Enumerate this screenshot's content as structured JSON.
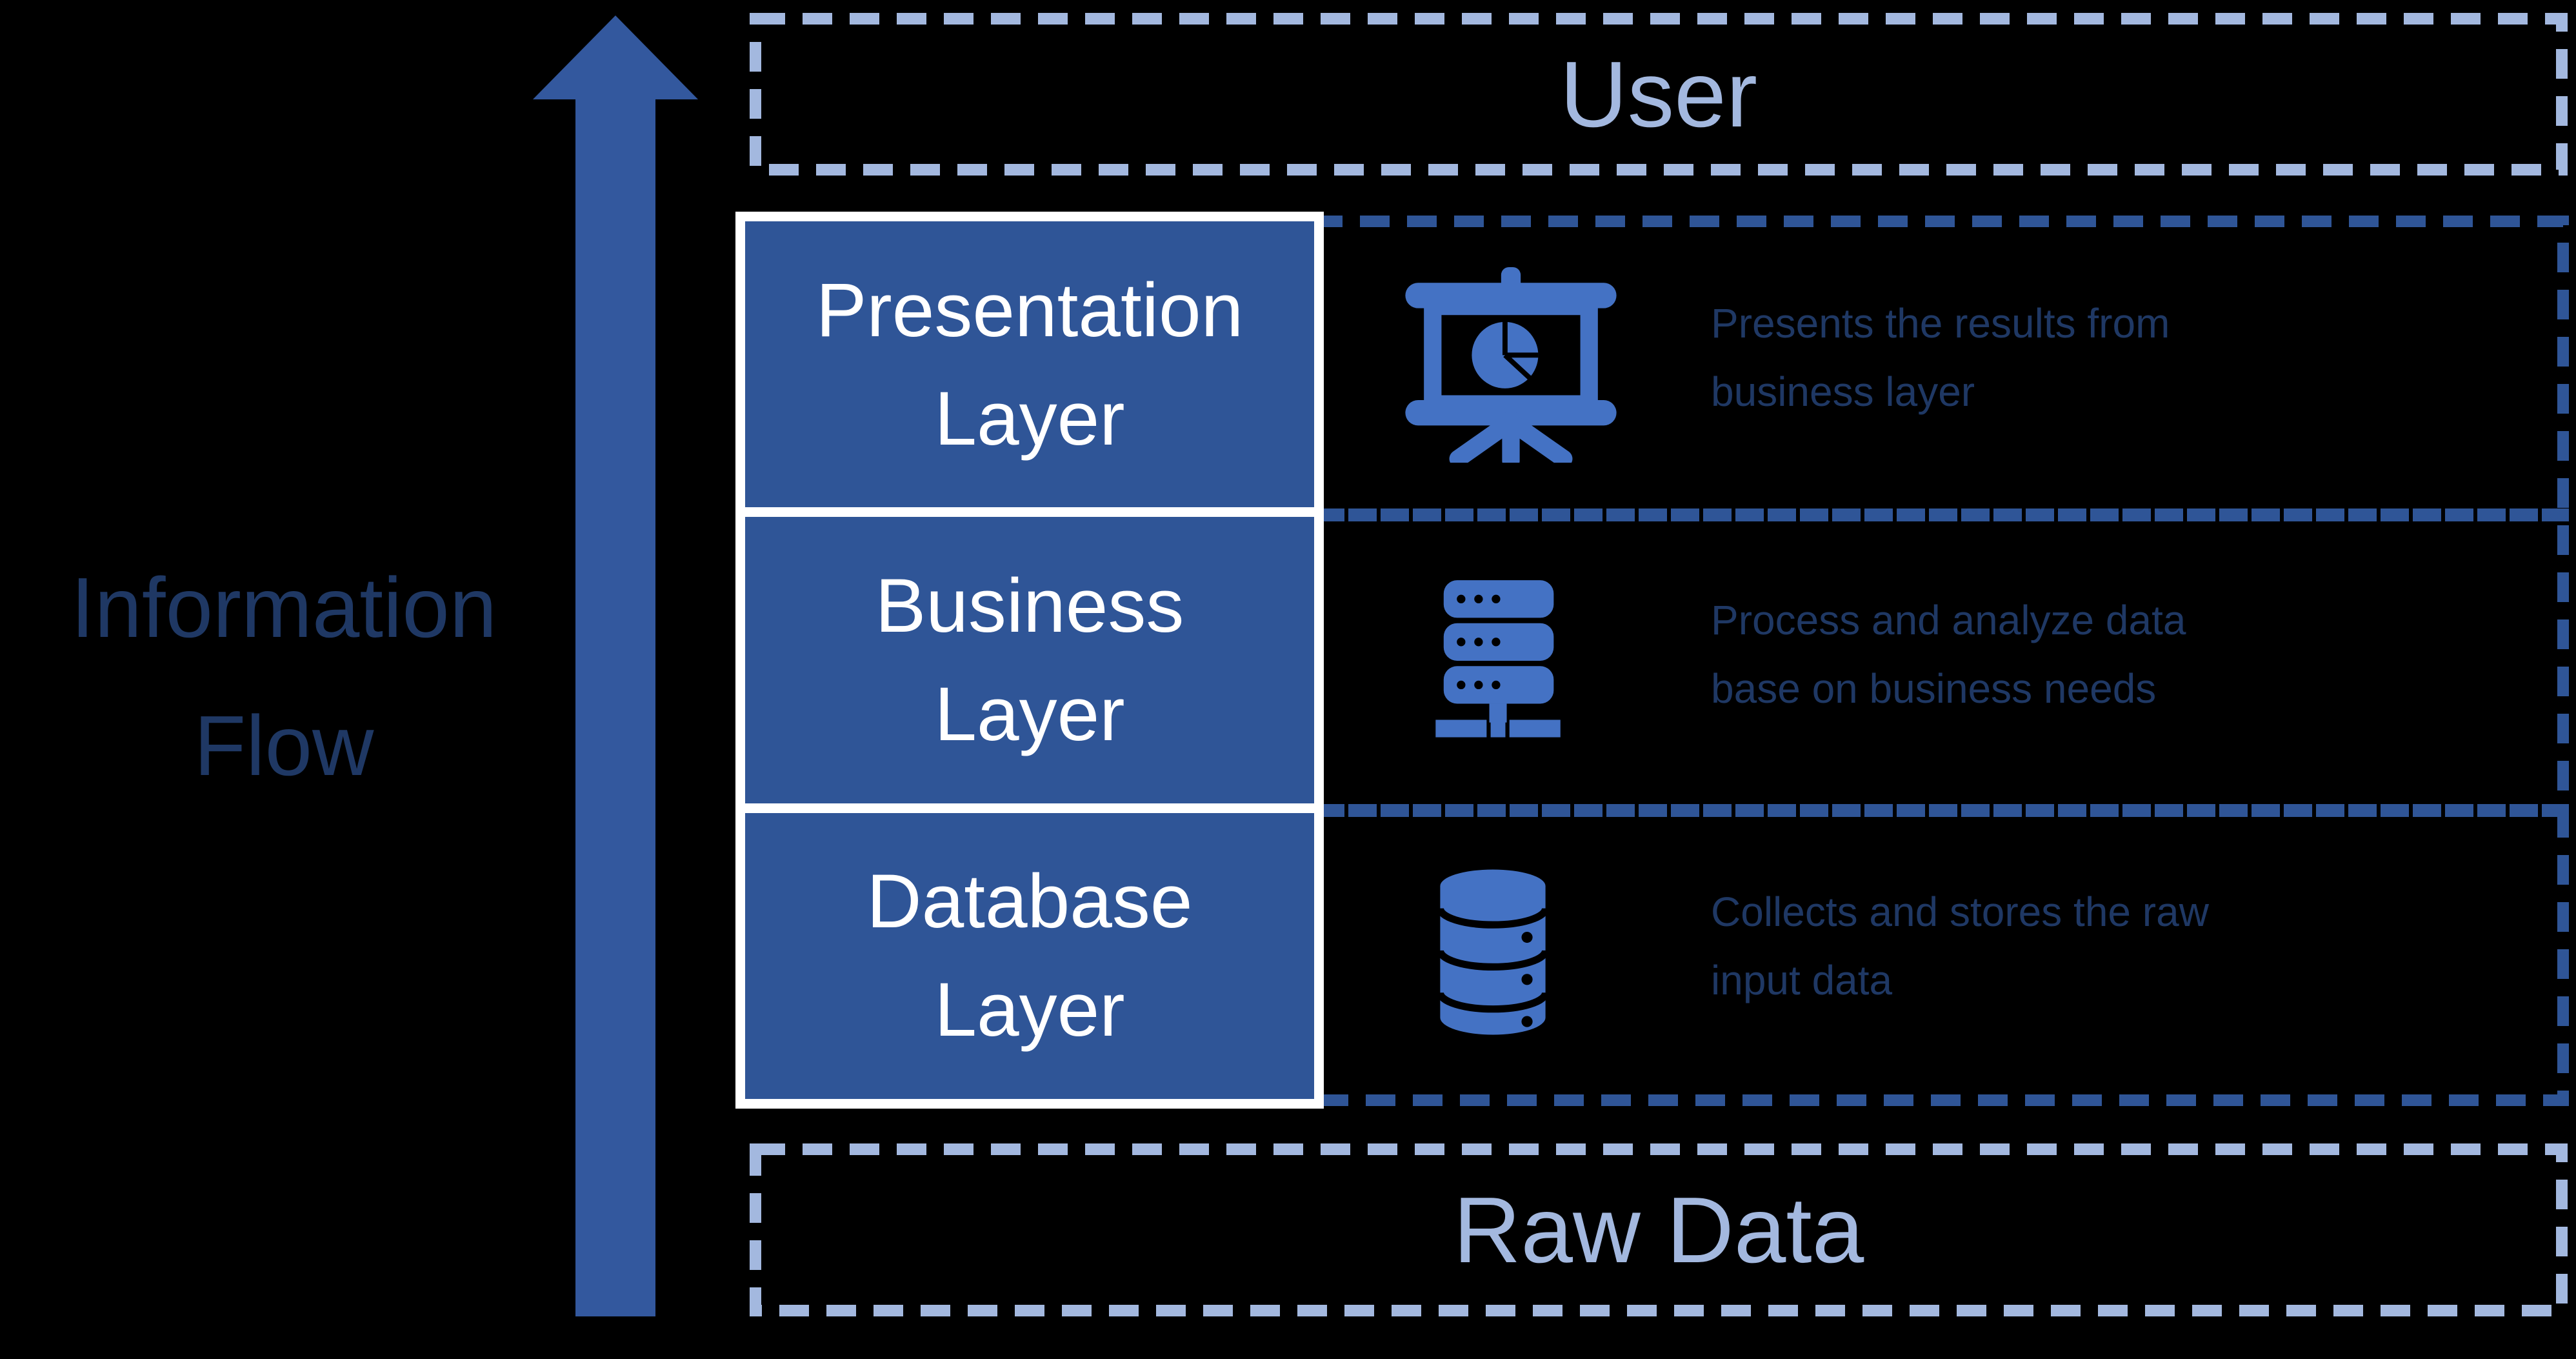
{
  "colors": {
    "background": "#000000",
    "box_fill_blue": "#2F5597",
    "arrow_blue": "#33589E",
    "icon_blue": "#4472C4",
    "dark_navy_text": "#1F3864",
    "light_periwinkle": "#A3B8DF",
    "white": "#FFFFFF"
  },
  "flow_label": {
    "line1": "Information",
    "line2": "Flow"
  },
  "user_box": {
    "label": "User"
  },
  "raw_data_box": {
    "label": "Raw Data"
  },
  "layers": [
    {
      "title_line1": "Presentation",
      "title_line2": "Layer",
      "icon": "presentation-chart-icon",
      "description_line1": "Presents the results from",
      "description_line2": "business layer"
    },
    {
      "title_line1": "Business",
      "title_line2": "Layer",
      "icon": "server-rack-icon",
      "description_line1": "Process and analyze data",
      "description_line2": "base on business needs"
    },
    {
      "title_line1": "Database",
      "title_line2": "Layer",
      "icon": "database-cylinder-icon",
      "description_line1": "Collects and stores the raw",
      "description_line2": "input data"
    }
  ]
}
